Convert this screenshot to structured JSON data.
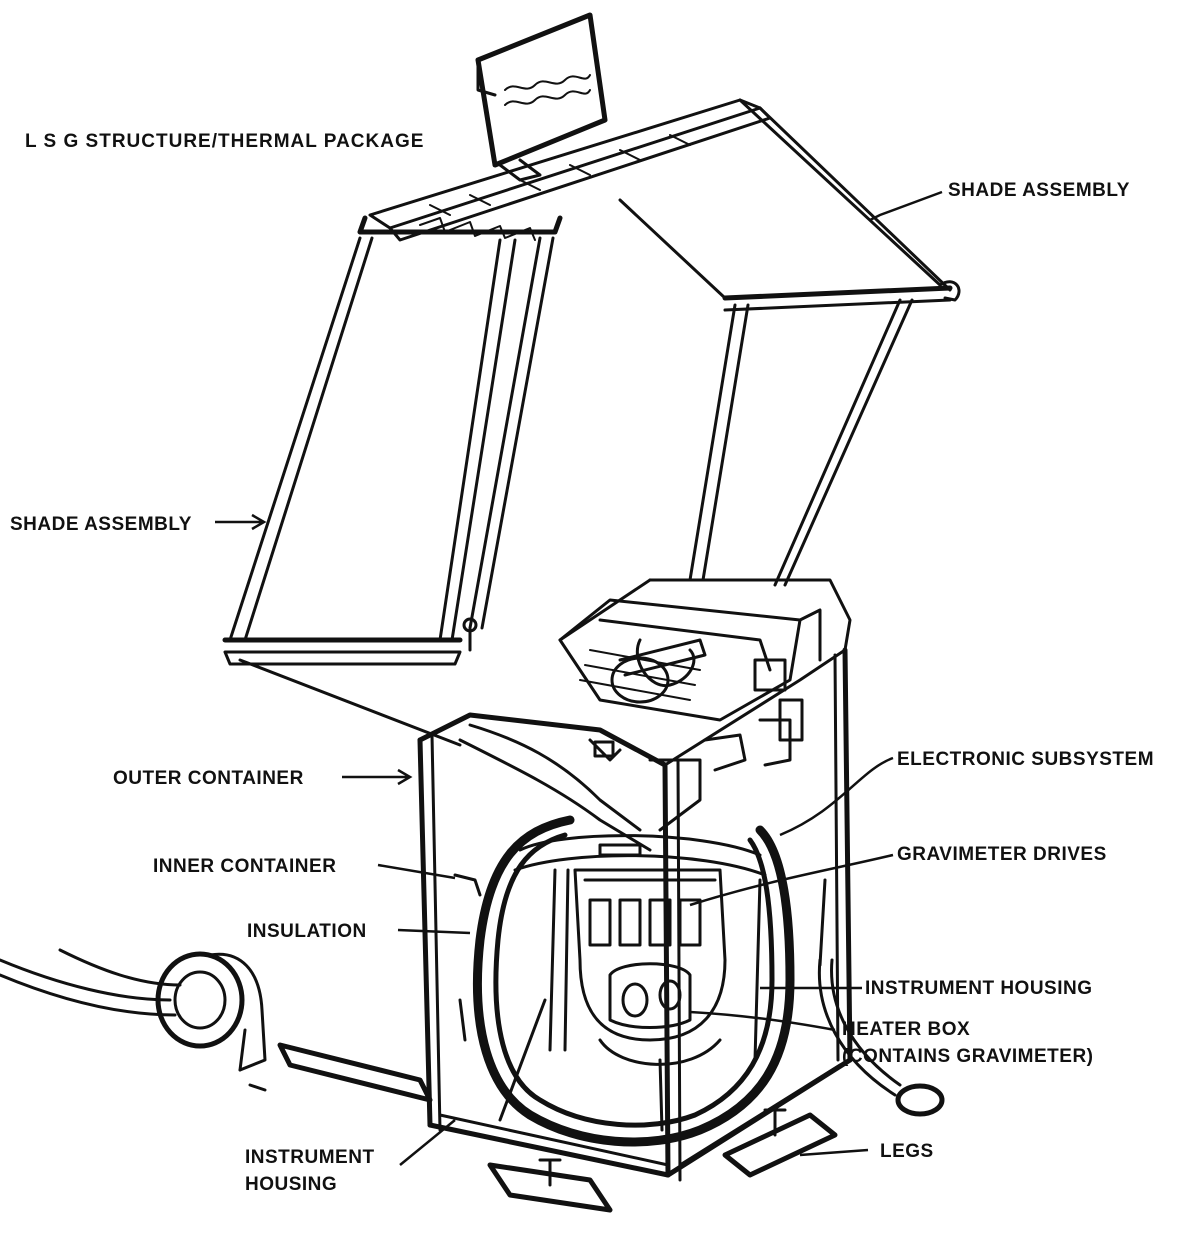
{
  "diagram": {
    "title": "L S G  STRUCTURE/THERMAL PACKAGE",
    "labels": {
      "shade_assembly_top": "SHADE ASSEMBLY",
      "shade_assembly_left": "SHADE ASSEMBLY",
      "outer_container": "OUTER CONTAINER",
      "electronic_subsystem": "ELECTRONIC SUBSYSTEM",
      "gravimeter_drives": "GRAVIMETER DRIVES",
      "inner_container": "INNER CONTAINER",
      "insulation": "INSULATION",
      "instrument_housing_right": "INSTRUMENT HOUSING",
      "heater_box_line1": "HEATER BOX",
      "heater_box_line2": "(CONTAINS GRAVIMETER)",
      "legs": "LEGS",
      "instrument_housing_bottom_line1": "INSTRUMENT",
      "instrument_housing_bottom_line2": "HOUSING"
    },
    "colors": {
      "ink": "#111111",
      "paper": "#ffffff"
    }
  }
}
